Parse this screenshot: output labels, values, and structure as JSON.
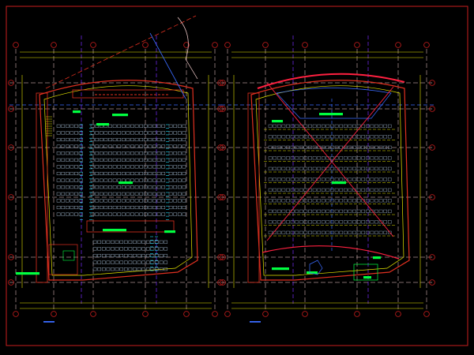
{
  "drawing": {
    "background": "#000000",
    "colors": {
      "frame": "#c81e1e",
      "grid_axis": "#d01e3a",
      "wall": "#e03020",
      "dimension": "#e6e600",
      "seat": "#8fa3b8",
      "aisle": "#20e0ff",
      "text_tag": "#00ff40",
      "section_mark": "#7a2cff",
      "guide": "#ffd7d7",
      "ceiling": "#ff2040",
      "callout": "#3a6bff"
    },
    "left_plan": {
      "caption": "",
      "seating": {
        "upper_rows": 14,
        "lower_rows": 5,
        "seats_per_row_main": 18
      }
    },
    "right_plan": {
      "caption": "",
      "seating": {
        "rows": 11
      }
    }
  }
}
